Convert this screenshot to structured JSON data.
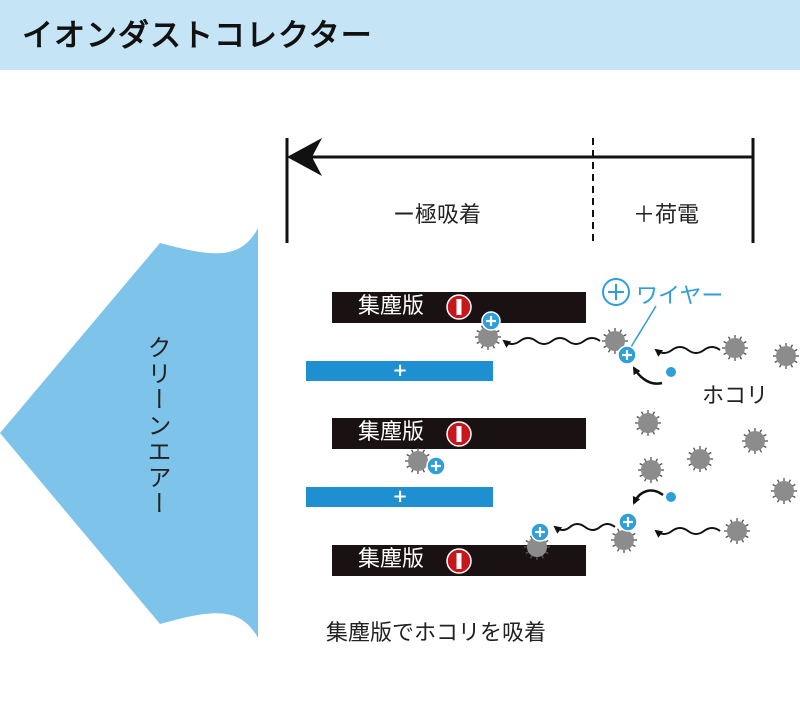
{
  "header": {
    "title": "イオンダストコレクター"
  },
  "zones": {
    "adsorption": "ー極吸着",
    "charging": "＋荷電"
  },
  "flow": {
    "clean_air_label": "クリーンエアー"
  },
  "plates": {
    "collector_label": "集塵版",
    "positive_label": "+"
  },
  "wire": {
    "label": "ワイヤー"
  },
  "dust": {
    "label": "ホコリ"
  },
  "caption": "集塵版でホコリを吸着",
  "colors": {
    "header_bg": "#c5e5f7",
    "arrow_blue": "#7ec4ea",
    "positive_plate": "#1e8fd0",
    "collector_plate": "#1a1212",
    "negative_badge": "#c8161d",
    "ion_blue": "#2e9fd8",
    "dust_gray": "#8c8c8c"
  }
}
